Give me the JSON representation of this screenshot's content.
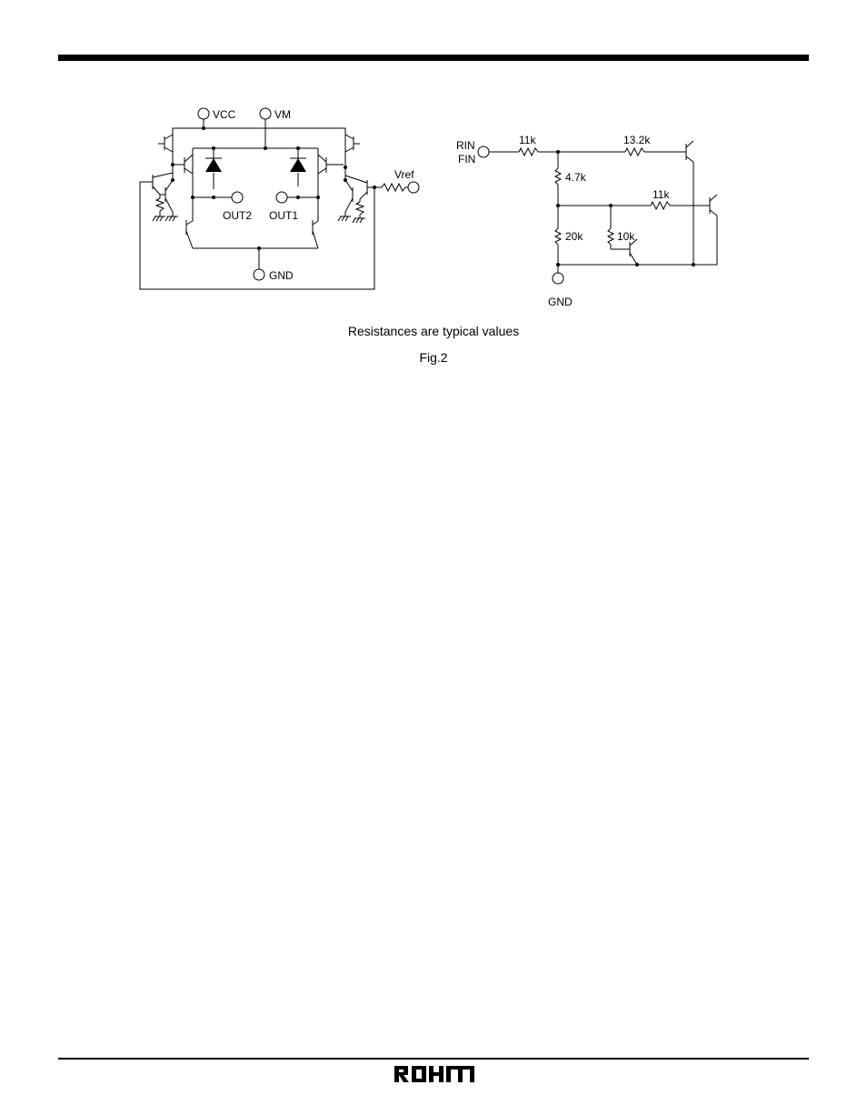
{
  "left_circuit": {
    "pins": {
      "vcc": "VCC",
      "vm": "VM",
      "vref": "Vref",
      "out2": "OUT2",
      "out1": "OUT1",
      "gnd": "GND"
    }
  },
  "right_circuit": {
    "pins": {
      "rin": "RIN",
      "fin": "FIN",
      "gnd": "GND"
    },
    "resistors": {
      "r11k_in": "11k",
      "r13_2k": "13.2k",
      "r4_7k": "4.7k",
      "r11k_mid": "11k",
      "r20k": "20k",
      "r10k": "10k"
    }
  },
  "caption": {
    "note": "Resistances are typical values",
    "figure": "Fig.2"
  },
  "footer": {
    "logo": "ROHM"
  }
}
